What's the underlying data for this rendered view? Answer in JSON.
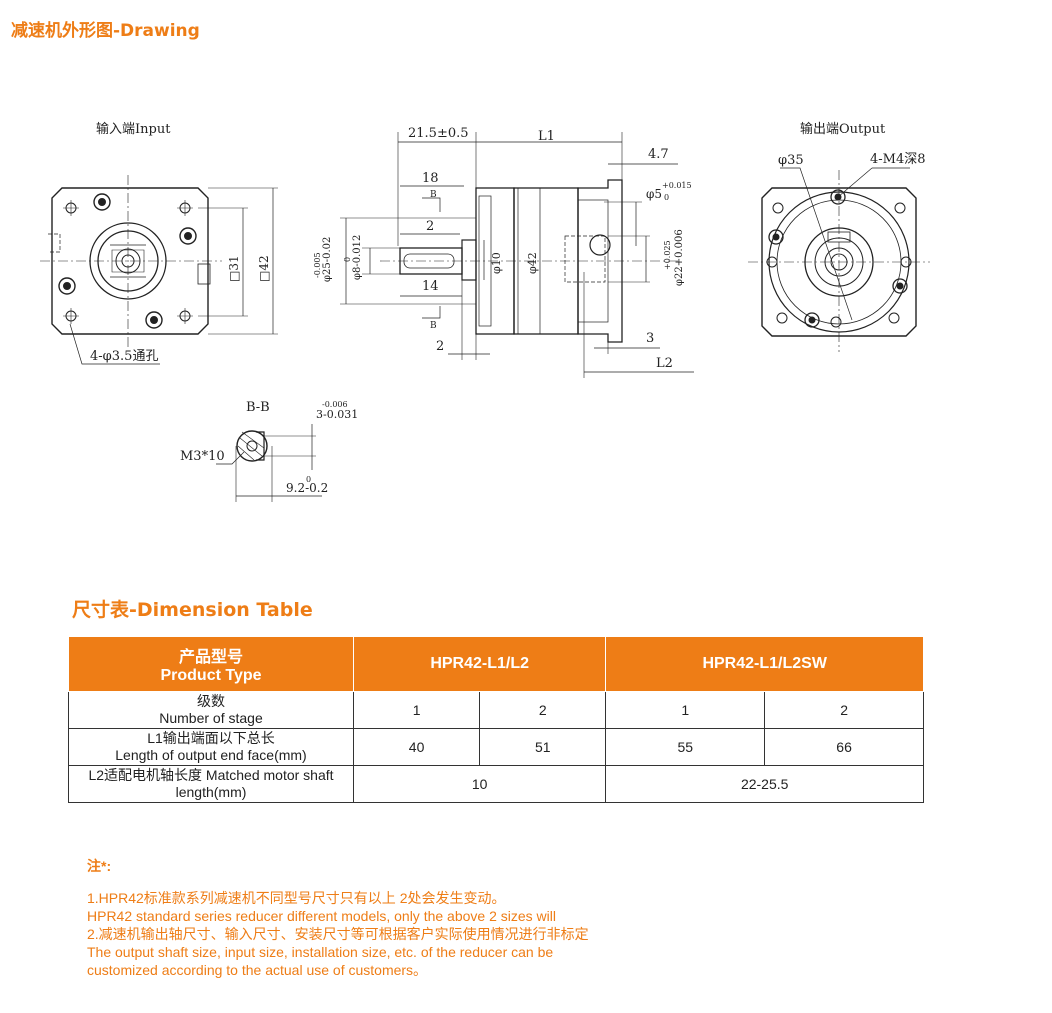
{
  "drawing": {
    "title": "减速机外形图-Drawing",
    "input_label": "输入端Input",
    "output_label": "输出端Output",
    "dims": {
      "d_21_5": "21.5±0.5",
      "d_L1": "L1",
      "d_4_7": "4.7",
      "d_18": "18",
      "d_2a": "2",
      "d_14": "14",
      "d_2b": "2",
      "d_3": "3",
      "d_L2": "L2",
      "d_B1": "B",
      "d_B2": "B",
      "d_phi25": "φ25-0.02",
      "d_phi25_tol": "-0.005",
      "d_phi8": "φ8-0.012",
      "d_phi8_tol": "0",
      "d_phi10": "φ10",
      "d_phi42": "φ42",
      "d_phi5": "φ5",
      "d_phi5_tol_up": "+0.015",
      "d_phi5_tol_low": "0",
      "d_phi22": "φ22+0.006",
      "d_phi22_tol": "+0.025",
      "d_sq31": "□31",
      "d_sq42": "□42",
      "d_holes": "4-φ3.5通孔",
      "d_phi35": "φ35",
      "d_m4": "4-M4深8",
      "section": "B-B",
      "d_m3": "M3*10",
      "d_3tol": "3-0.031",
      "d_3tol_up": "-0.006",
      "d_9_2": "9.2-0.2",
      "d_9_2_tol": "0"
    }
  },
  "dimension_table": {
    "title": "尺寸表-Dimension Table",
    "header": {
      "col0_cn": "产品型号",
      "col0_en": "Product Type",
      "group1": "HPR42-L1/L2",
      "group2": "HPR42-L1/L2SW"
    },
    "rows": [
      {
        "label_cn": "级数",
        "label_en": "Number of stage",
        "values": [
          "1",
          "2",
          "1",
          "2"
        ]
      },
      {
        "label_cn": "L1输出端面以下总长",
        "label_en": "Length of output end face(mm)",
        "values": [
          "40",
          "51",
          "55",
          "66"
        ]
      },
      {
        "label_line1": "L2适配电机轴长度 Matched motor shaft",
        "label_line2": "length(mm)",
        "values": [
          "10",
          "22-25.5"
        ]
      }
    ]
  },
  "notes": {
    "heading": "注*:",
    "lines": [
      "1.HPR42标准款系列减速机不同型号尺寸只有以上 2处会发生变动。",
      " HPR42 standard series reducer different models, only the above 2 sizes will",
      "2.减速机输出轴尺寸、输入尺寸、安装尺寸等可根据客户实际使用情况进行非标定",
      "The output shaft size, input size, installation size, etc. of the reducer can be",
      "customized according to the actual use of customers。"
    ]
  },
  "colors": {
    "accent": "#ee7d16",
    "header_text": "#ffffff",
    "line": "#222222"
  }
}
